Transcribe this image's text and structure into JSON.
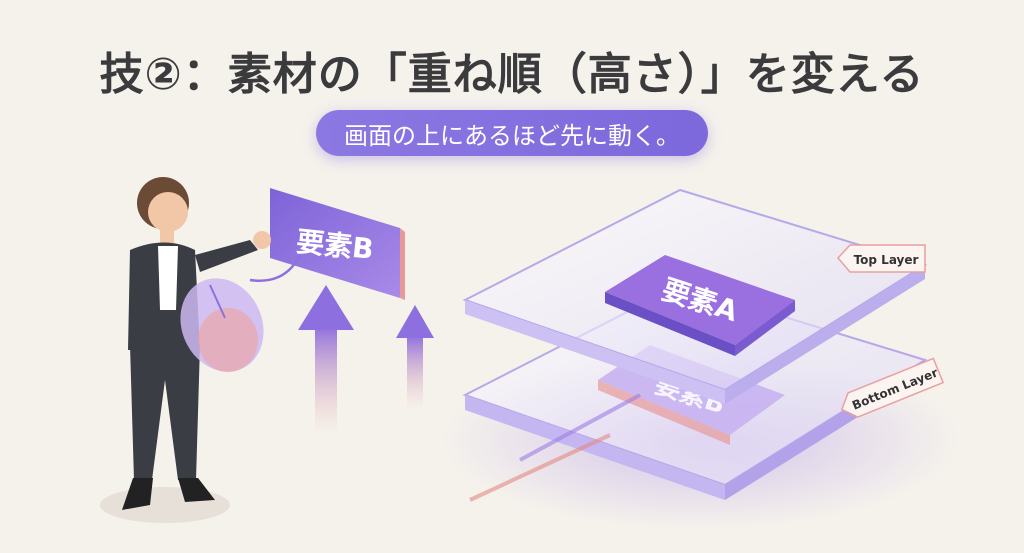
{
  "title": "技②：素材の「重ね順（高さ）」を変える",
  "subtitle": "画面の上にあるほど先に動く。",
  "cards": {
    "element_b_held": "要素B",
    "element_a": "要素A",
    "element_b_bottom": "要素B"
  },
  "layer_labels": {
    "top": "Top Layer",
    "bottom": "Bottom Layer"
  },
  "colors": {
    "accent": "#8c78e2",
    "background": "#f5f2ec",
    "title": "#3b3b3d",
    "label_border": "#e8a0a0"
  }
}
